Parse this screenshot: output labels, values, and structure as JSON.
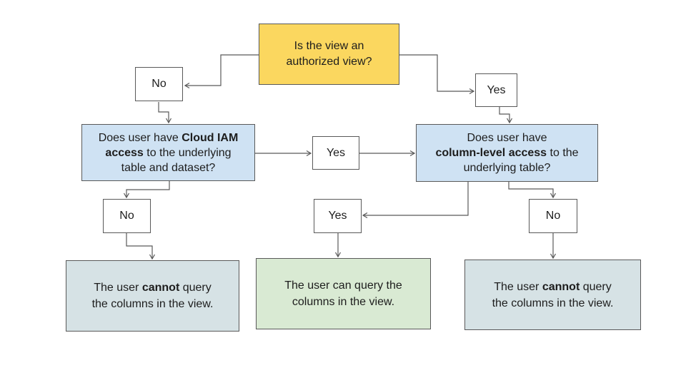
{
  "diagram": {
    "topic": "Authorized view column access decision flow",
    "palette": {
      "decision_fill": "#fbd75f",
      "question_fill": "#cfe2f3",
      "cannot_fill": "#d6e2e5",
      "can_fill": "#d9ead3",
      "branch_fill": "#ffffff",
      "border": "#595959",
      "connector": "#595959",
      "text": "#1d1d1d",
      "background": "#ffffff"
    },
    "nodes": {
      "root_question": {
        "line1": "Is the view an",
        "line2": "authorized view?"
      },
      "branch_no_top": {
        "label": "No"
      },
      "branch_yes_top": {
        "label": "Yes"
      },
      "iam_question": {
        "l1_pre": "Does user have ",
        "l1_bold": "Cloud IAM",
        "l2_bold": "access",
        "l2_post": " to the underlying",
        "l3": "table and dataset?"
      },
      "branch_yes_mid": {
        "label": "Yes"
      },
      "cls_question": {
        "l1": "Does user have",
        "l2_bold": "column-level access",
        "l2_post": " to the",
        "l3": "underlying table?"
      },
      "branch_no_left": {
        "label": "No"
      },
      "branch_yes_bottom": {
        "label": "Yes"
      },
      "branch_no_right": {
        "label": "No"
      },
      "result_cannot_left": {
        "l1_pre": "The user ",
        "l1_bold": "cannot",
        "l1_post": " query",
        "l2": "the columns in the view."
      },
      "result_can": {
        "l1": "The user can query the",
        "l2": "columns in the view."
      },
      "result_cannot_right": {
        "l1_pre": "The user ",
        "l1_bold": "cannot",
        "l1_post": " query",
        "l2": "the columns in the view."
      }
    }
  }
}
